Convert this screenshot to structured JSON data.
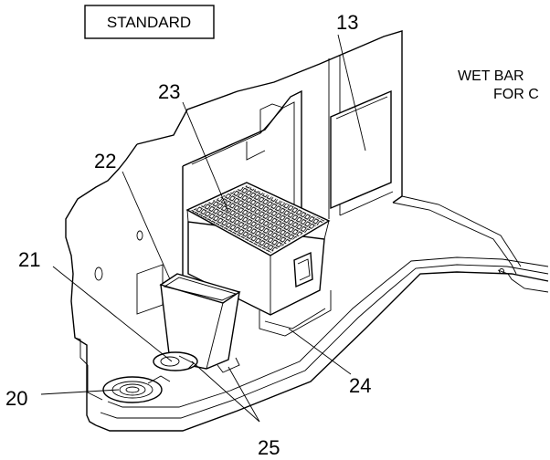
{
  "tag": "STANDARD",
  "partial_note": {
    "line1": "WET BAR",
    "line2": "FOR C"
  },
  "callouts": [
    {
      "id": "13",
      "label": "13"
    },
    {
      "id": "20",
      "label": "20"
    },
    {
      "id": "21",
      "label": "21"
    },
    {
      "id": "22",
      "label": "22"
    },
    {
      "id": "23",
      "label": "23"
    },
    {
      "id": "24",
      "label": "24"
    },
    {
      "id": "25",
      "label": "25"
    }
  ],
  "colors": {
    "line": "#000000",
    "background": "#ffffff"
  }
}
